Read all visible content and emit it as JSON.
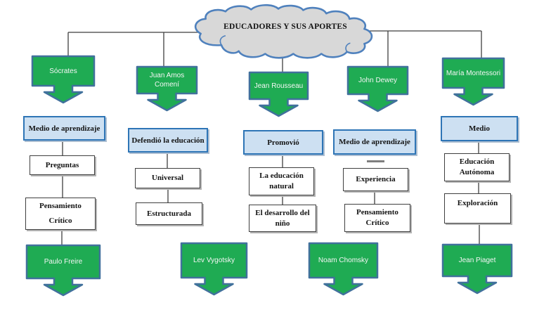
{
  "title": "EDUCADORES Y SUS APORTES",
  "colors": {
    "callout_fill": "#1fab53",
    "callout_border": "#41719c",
    "category_fill": "#cde0f2",
    "category_border": "#2e75b6",
    "cloud_fill": "#d8d8d8",
    "cloud_border": "#4f81bd",
    "connector": "#3f3f3f"
  },
  "columns": [
    {
      "educator": "Sócrates",
      "category": "Medio de aprendizaje",
      "items": [
        "Preguntas",
        "Pensamiento\nCrítico"
      ],
      "legacy": "Paulo Freire"
    },
    {
      "educator": "Juan Amos Comení",
      "category": "Defendió la educación",
      "items": [
        "Universal",
        "Estructurada"
      ],
      "legacy": "Lev Vygotsky"
    },
    {
      "educator": "Jean Rousseau",
      "category": "Promovió",
      "items": [
        "La educación\nnatural",
        "El desarrollo del\nniño"
      ],
      "legacy": "Noam Chomsky"
    },
    {
      "educator": "John Dewey",
      "category": "Medio de aprendizaje",
      "items": [
        "Experiencia",
        "Pensamiento\nCrítico"
      ],
      "legacy": ""
    },
    {
      "educator": "María Montessori",
      "category": "Medio",
      "items": [
        "Educación\nAutónoma",
        "Exploración"
      ],
      "legacy": "Jean Piaget"
    }
  ]
}
